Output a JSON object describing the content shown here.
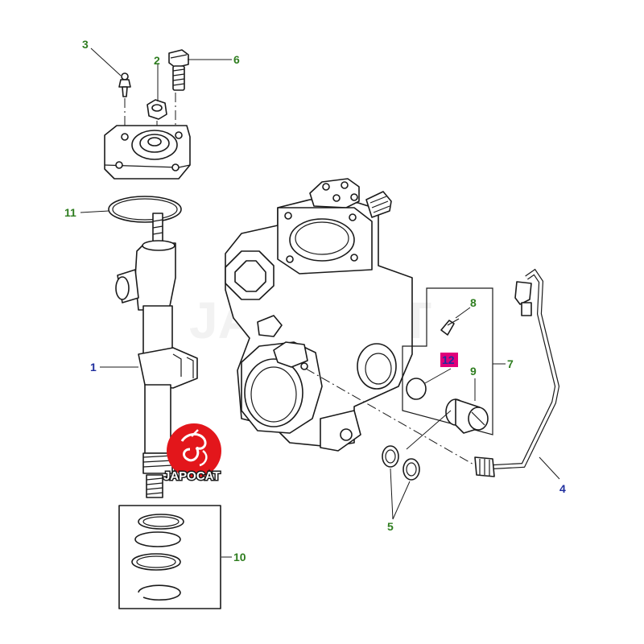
{
  "colors": {
    "callout_green": "#2e7d1f",
    "callout_blue": "#1f2e9e",
    "highlight_bg": "#e0007a",
    "highlight_text": "#1f2e9e",
    "logo_red": "#e3161b",
    "watermark": "#e6e6e6"
  },
  "watermark": {
    "text": "JAPOCAT"
  },
  "logo": {
    "text": "JAPOCAT"
  },
  "callouts": [
    {
      "id": "1",
      "label": "1",
      "color": "blue"
    },
    {
      "id": "2",
      "label": "2",
      "color": "green"
    },
    {
      "id": "3",
      "label": "3",
      "color": "green"
    },
    {
      "id": "4",
      "label": "4",
      "color": "blue"
    },
    {
      "id": "5",
      "label": "5",
      "color": "green"
    },
    {
      "id": "6",
      "label": "6",
      "color": "green"
    },
    {
      "id": "7",
      "label": "7",
      "color": "green"
    },
    {
      "id": "8",
      "label": "8",
      "color": "green"
    },
    {
      "id": "9",
      "label": "9",
      "color": "green"
    },
    {
      "id": "10",
      "label": "10",
      "color": "green"
    },
    {
      "id": "11",
      "label": "11",
      "color": "green"
    },
    {
      "id": "12",
      "label": "12",
      "color": "highlight",
      "highlighted": true
    }
  ]
}
